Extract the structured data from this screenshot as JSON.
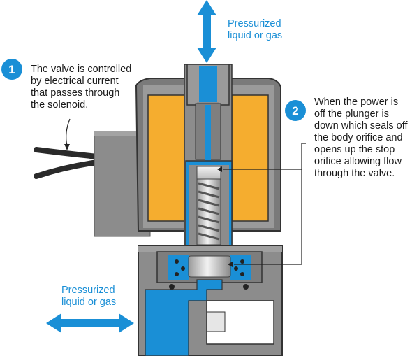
{
  "flow_label_top": [
    "Pressurized",
    "liquid or gas"
  ],
  "flow_label_bottom": [
    "Pressurized",
    "liquid or gas"
  ],
  "callouts": [
    {
      "number": "1",
      "lines": [
        "The valve is controlled",
        "by electrical current",
        "that passes through",
        "the solenoid."
      ]
    },
    {
      "number": "2",
      "lines": [
        "When the power is",
        "off the plunger is",
        "down which seals off",
        "the body orifice and",
        "opens up the stop",
        "orifice allowing flow",
        "through the valve."
      ]
    }
  ],
  "colors": {
    "accent_blue": "#1a8fd6",
    "body_gray": "#8c8c8c",
    "coil_orange": "#f5ad2f",
    "plunger_silver": "#cfcfcf"
  }
}
